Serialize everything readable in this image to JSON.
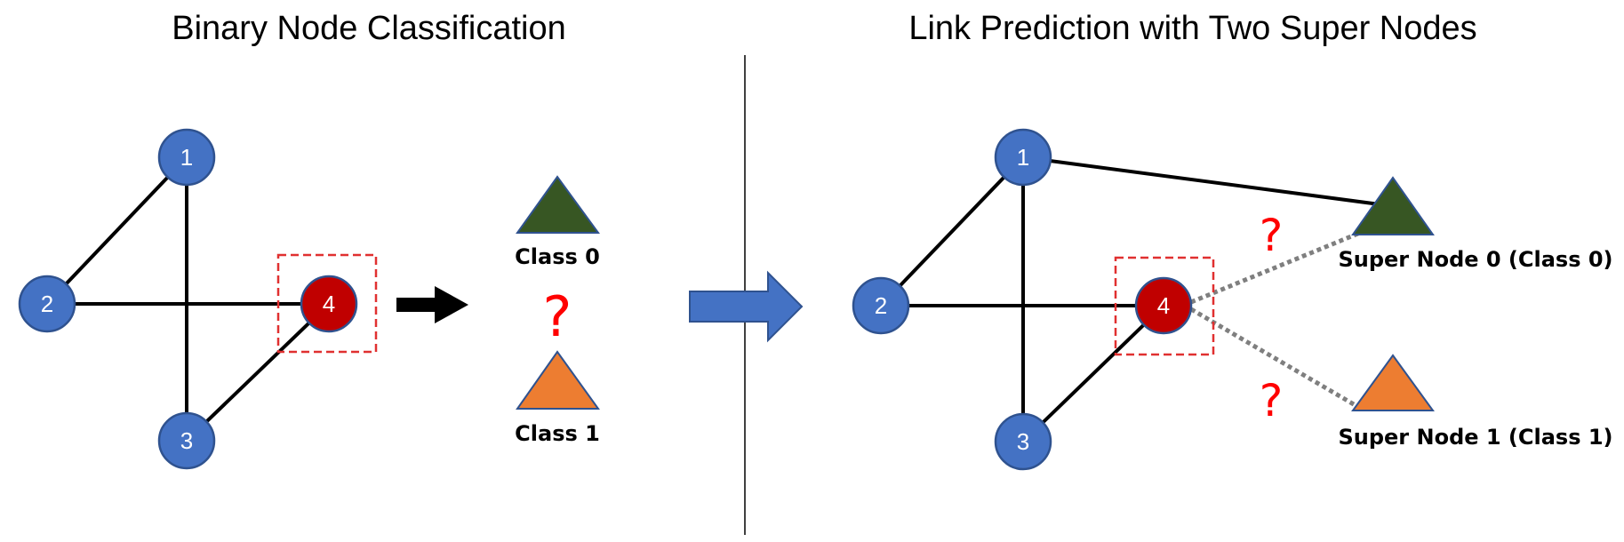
{
  "left": {
    "title": "Binary Node Classification",
    "nodes": [
      {
        "id": "1",
        "label": "1",
        "role": "neighbor"
      },
      {
        "id": "2",
        "label": "2",
        "role": "neighbor"
      },
      {
        "id": "3",
        "label": "3",
        "role": "neighbor"
      },
      {
        "id": "4",
        "label": "4",
        "role": "target"
      }
    ],
    "classes": [
      {
        "label": "Class 0",
        "color": "#375623"
      },
      {
        "label": "Class 1",
        "color": "#ED7D31"
      }
    ],
    "question": "?"
  },
  "right": {
    "title": "Link Prediction with Two Super Nodes",
    "nodes": [
      {
        "id": "1",
        "label": "1",
        "role": "neighbor"
      },
      {
        "id": "2",
        "label": "2",
        "role": "neighbor"
      },
      {
        "id": "3",
        "label": "3",
        "role": "neighbor"
      },
      {
        "id": "4",
        "label": "4",
        "role": "target"
      }
    ],
    "super_nodes": [
      {
        "label": "Super Node 0 (Class 0)",
        "color": "#375623"
      },
      {
        "label": "Super Node 1 (Class 1)",
        "color": "#ED7D31"
      }
    ],
    "question": "?"
  },
  "colors": {
    "node_fill": "#4472C4",
    "node_stroke": "#2F528F",
    "target_fill": "#C00000",
    "highlight_box": "#E03030",
    "arrow_fill": "#4472C4",
    "candidate_link": "#7F7F7F",
    "question_mark": "#FF0000"
  }
}
